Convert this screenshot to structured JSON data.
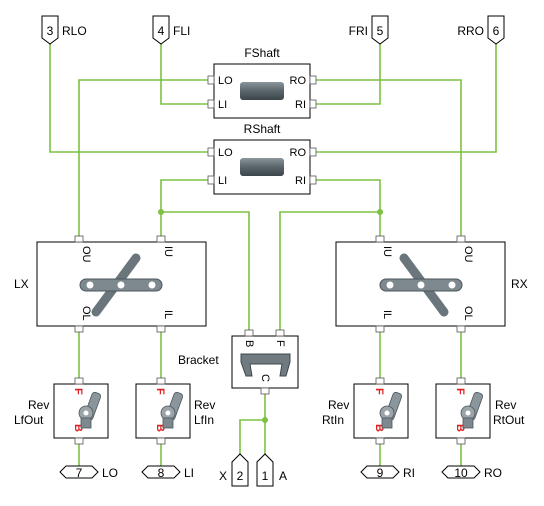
{
  "ports_top": [
    {
      "num": "3",
      "label": "RLO"
    },
    {
      "num": "4",
      "label": "FLI"
    },
    {
      "num": "5",
      "label": "FRI"
    },
    {
      "num": "6",
      "label": "RRO"
    }
  ],
  "fshaft": {
    "title": "FShaft",
    "lo": "LO",
    "li": "LI",
    "ro": "RO",
    "ri": "RI"
  },
  "rshaft": {
    "title": "RShaft",
    "lo": "LO",
    "li": "LI",
    "ro": "RO",
    "ri": "RI"
  },
  "lx": {
    "name": "LX",
    "ou": "OU",
    "iu": "IU",
    "ol": "OL",
    "il": "IL"
  },
  "rx": {
    "name": "RX",
    "iu": "IU",
    "ou": "OU",
    "il": "IL",
    "ol": "OL"
  },
  "bracket": {
    "name": "Bracket",
    "b": "B",
    "f": "F",
    "c": "C"
  },
  "revs": [
    {
      "line1": "Rev",
      "line2": "LfOut",
      "b": "B",
      "f": "F"
    },
    {
      "line1": "Rev",
      "line2": "LfIn",
      "b": "B",
      "f": "F"
    },
    {
      "line1": "Rev",
      "line2": "RtIn",
      "b": "B",
      "f": "F"
    },
    {
      "line1": "Rev",
      "line2": "RtOut",
      "b": "B",
      "f": "F"
    }
  ],
  "ports_bottom": [
    {
      "num": "7",
      "label": "LO"
    },
    {
      "num": "8",
      "label": "LI"
    },
    {
      "num": "9",
      "label": "RI"
    },
    {
      "num": "10",
      "label": "RO"
    }
  ],
  "ports_center": [
    {
      "num": "2",
      "label": "X"
    },
    {
      "num": "1",
      "label": "A"
    }
  ],
  "colors": {
    "wire": "#7cc142",
    "joint_red": "#e02020",
    "shaft_gray": "#5f6b72"
  }
}
